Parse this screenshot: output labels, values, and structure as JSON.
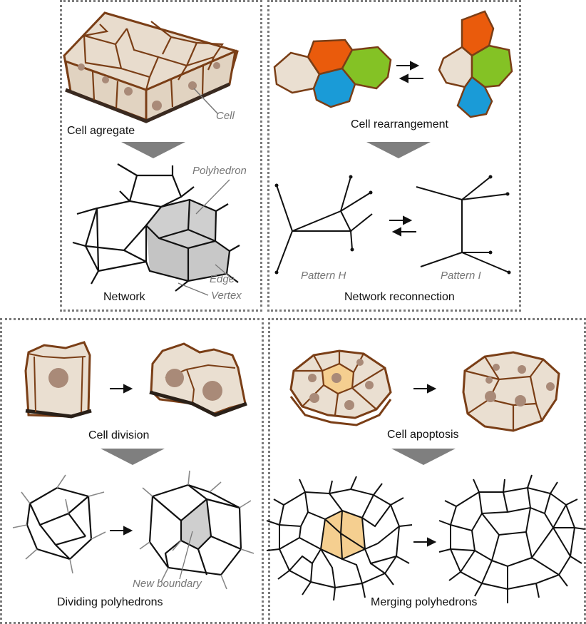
{
  "panels": {
    "top_left": {
      "caption_top": "Cell agregate",
      "label_cell": "Cell",
      "caption_bottom": "Network",
      "label_polyhedron": "Polyhedron",
      "label_edge": "Edge",
      "label_vertex": "Vertex"
    },
    "top_right": {
      "caption_top": "Cell rearrangement",
      "label_pattern_h": "Pattern H",
      "label_pattern_i": "Pattern I",
      "caption_bottom": "Network reconnection"
    },
    "bottom_left": {
      "caption_top": "Cell division",
      "label_new_boundary": "New boundary",
      "caption_bottom": "Dividing polyhedrons"
    },
    "bottom_right": {
      "caption_top": "Cell apoptosis",
      "caption_bottom": "Merging polyhedrons"
    }
  },
  "colors": {
    "cell_fill": "#eadfd1",
    "cell_outline": "#7a3e16",
    "nucleus": "#a98a78",
    "orange_cell": "#ea5b0c",
    "green_cell": "#84c225",
    "blue_cell": "#1a9bd7",
    "polyhedron_gray": "#cfcfcf",
    "merging_highlight": "#f5cf90",
    "transition_arrow": "#7f7f7f"
  }
}
